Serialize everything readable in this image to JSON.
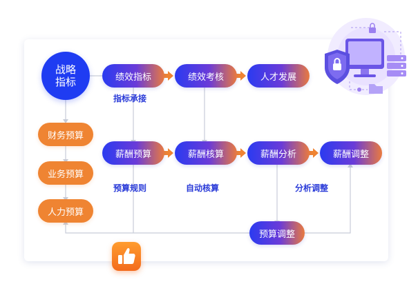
{
  "nodes": {
    "strategy": [
      "战略",
      "指标"
    ],
    "performance_indicators": "绩效指标",
    "performance_review": "绩效考核",
    "talent_development": "人才发展",
    "financial_budget": "财务预算",
    "business_budget": "业务预算",
    "hr_budget": "人力预算",
    "salary_budget": "薪酬预算",
    "salary_accounting": "薪酬核算",
    "salary_analysis": "薪酬分析",
    "salary_adjustment": "薪酬调整",
    "budget_adjustment": "预算调整"
  },
  "labels": {
    "indicator_inheritance": "指标承接",
    "budget_rules": "预算规则",
    "auto_accounting": "自动核算",
    "analysis_adjustment": "分析调整"
  },
  "colors": {
    "blue": "#1f3cf2",
    "orange": "#ef8432",
    "label": "#2a3bd8",
    "connector": "#c7ccd8"
  },
  "icons": {
    "badge": "thumbs-up-icon",
    "illustration": "security-computer-icon"
  }
}
